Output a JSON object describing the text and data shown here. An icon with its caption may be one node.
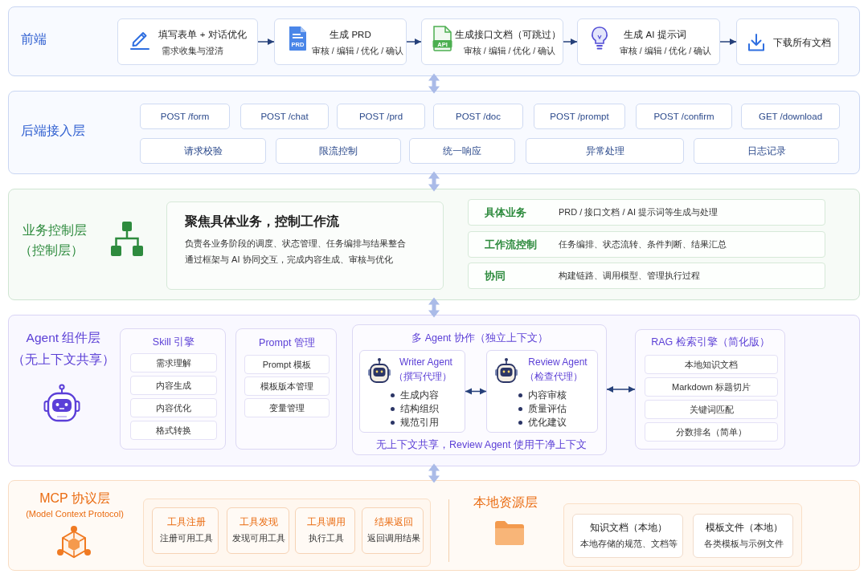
{
  "diagram": {
    "nodes": [
      {
        "text": [
          "前端"
        ]
      },
      {
        "text": [
          "填写表单 + 对话优化",
          "需求收集与澄清"
        ],
        "in": 0
      },
      {
        "text": [
          "PRD",
          "生成 PRD",
          "审核 / 编辑 / 优化 / 确认"
        ],
        "in": 0
      },
      {
        "text": [
          "API",
          "生成接口文档（可跳过）",
          "审核 / 编辑 / 优化 / 确认"
        ],
        "in": 0
      },
      {
        "text": [
          "生成 AI 提示词",
          "审核 / 编辑 / 优化 / 确认"
        ],
        "in": 0
      },
      {
        "text": [
          "下载所有文档"
        ],
        "in": 0
      },
      {
        "text": [
          "后端接入层"
        ]
      },
      {
        "text": [
          "POST /form"
        ],
        "in": 6
      },
      {
        "text": [
          "POST /chat"
        ],
        "in": 6
      },
      {
        "text": [
          "POST /prd"
        ],
        "in": 6
      },
      {
        "text": [
          "POST /doc"
        ],
        "in": 6
      },
      {
        "text": [
          "POST /prompt"
        ],
        "in": 6
      },
      {
        "text": [
          "POST /confirm"
        ],
        "in": 6
      },
      {
        "text": [
          "GET /download"
        ],
        "in": 6
      },
      {
        "text": [
          "请求校验"
        ],
        "in": 6
      },
      {
        "text": [
          "限流控制"
        ],
        "in": 6
      },
      {
        "text": [
          "统一响应"
        ],
        "in": 6
      },
      {
        "text": [
          "异常处理"
        ],
        "in": 6
      },
      {
        "text": [
          "日志记录"
        ],
        "in": 6
      },
      {
        "text": [
          "业务控制层",
          "（控制层）"
        ]
      },
      {
        "text": [
          "聚焦具体业务，控制工作流",
          "负责各业务阶段的调度、状态管理、任务编排与结果整合",
          "通过框架与 AI 协同交互，完成内容生成、审核与优化"
        ],
        "in": 19
      },
      {
        "text": [
          "具体业务",
          "PRD / 接口文档 / AI 提示词等生成与处理"
        ],
        "in": 19
      },
      {
        "text": [
          "工作流控制",
          "任务编排、状态流转、条件判断、结果汇总"
        ],
        "in": 19
      },
      {
        "text": [
          "协同",
          "构建链路、调用模型、管理执行过程"
        ],
        "in": 19
      },
      {
        "text": [
          "Agent 组件层",
          "（无上下文共享）"
        ]
      },
      {
        "text": [
          "Skill 引擎"
        ],
        "in": 24
      },
      {
        "text": [
          "需求理解"
        ],
        "in": 25
      },
      {
        "text": [
          "内容生成"
        ],
        "in": 25
      },
      {
        "text": [
          "内容优化"
        ],
        "in": 25
      },
      {
        "text": [
          "格式转换"
        ],
        "in": 25
      },
      {
        "text": [
          "Prompt 管理"
        ],
        "in": 24
      },
      {
        "text": [
          "Prompt 模板"
        ],
        "in": 30
      },
      {
        "text": [
          "模板版本管理"
        ],
        "in": 30
      },
      {
        "text": [
          "变量管理"
        ],
        "in": 30
      },
      {
        "text": [
          "多 Agent 协作（独立上下文）",
          "无上下文共享，Review Agent 使用干净上下文"
        ],
        "in": 24
      },
      {
        "text": [
          "Writer Agent",
          "（撰写代理）",
          "生成内容",
          "结构组织",
          "规范引用"
        ],
        "in": 34
      },
      {
        "text": [
          "Review Agent",
          "（检查代理）",
          "内容审核",
          "质量评估",
          "优化建议"
        ],
        "in": 34
      },
      {
        "text": [
          "RAG 检索引擎（简化版）"
        ],
        "in": 24
      },
      {
        "text": [
          "本地知识文档"
        ],
        "in": 37
      },
      {
        "text": [
          "Markdown 标题切片"
        ],
        "in": 37
      },
      {
        "text": [
          "关键词匹配"
        ],
        "in": 37
      },
      {
        "text": [
          "分数排名（简单）"
        ],
        "in": 37
      },
      {
        "text": [
          "MCP 协议层",
          "(Model Context Protocol)",
          "本地资源层"
        ]
      },
      {
        "text": [],
        "shape": "box",
        "in": 42
      },
      {
        "text": [
          "工具注册",
          "注册可用工具"
        ],
        "in": 43
      },
      {
        "text": [
          "工具发现",
          "发现可用工具"
        ],
        "in": 43
      },
      {
        "text": [
          "工具调用",
          "执行工具"
        ],
        "in": 43
      },
      {
        "text": [
          "结果返回",
          "返回调用结果"
        ],
        "in": 43
      },
      {
        "text": [],
        "shape": "box",
        "in": 42
      },
      {
        "text": [
          "知识文档（本地）",
          "本地存储的规范、文档等"
        ],
        "in": 48
      },
      {
        "text": [
          "模板文件（本地）",
          "各类模板与示例文件"
        ],
        "in": 48
      }
    ],
    "edges": [
      {
        "from": 1,
        "to": 2,
        "arrow": "to"
      },
      {
        "from": 2,
        "to": 3,
        "arrow": "to"
      },
      {
        "from": 3,
        "to": 4,
        "arrow": "to"
      },
      {
        "from": 4,
        "to": 5,
        "arrow": "to"
      },
      {
        "from": 0,
        "to": 6,
        "arrow": "both",
        "style": "thick",
        "color": "#aabbe8"
      },
      {
        "from": 6,
        "to": 19,
        "arrow": "both",
        "style": "thick",
        "color": "#aabbe8"
      },
      {
        "from": 19,
        "to": 24,
        "arrow": "both",
        "style": "thick",
        "color": "#aabbe8"
      },
      {
        "from": 24,
        "to": 42,
        "arrow": "both",
        "style": "thick",
        "color": "#aabbe8"
      },
      {
        "from": 35,
        "to": 36,
        "arrow": "both"
      },
      {
        "from": 34,
        "to": 37,
        "arrow": "both"
      }
    ]
  }
}
